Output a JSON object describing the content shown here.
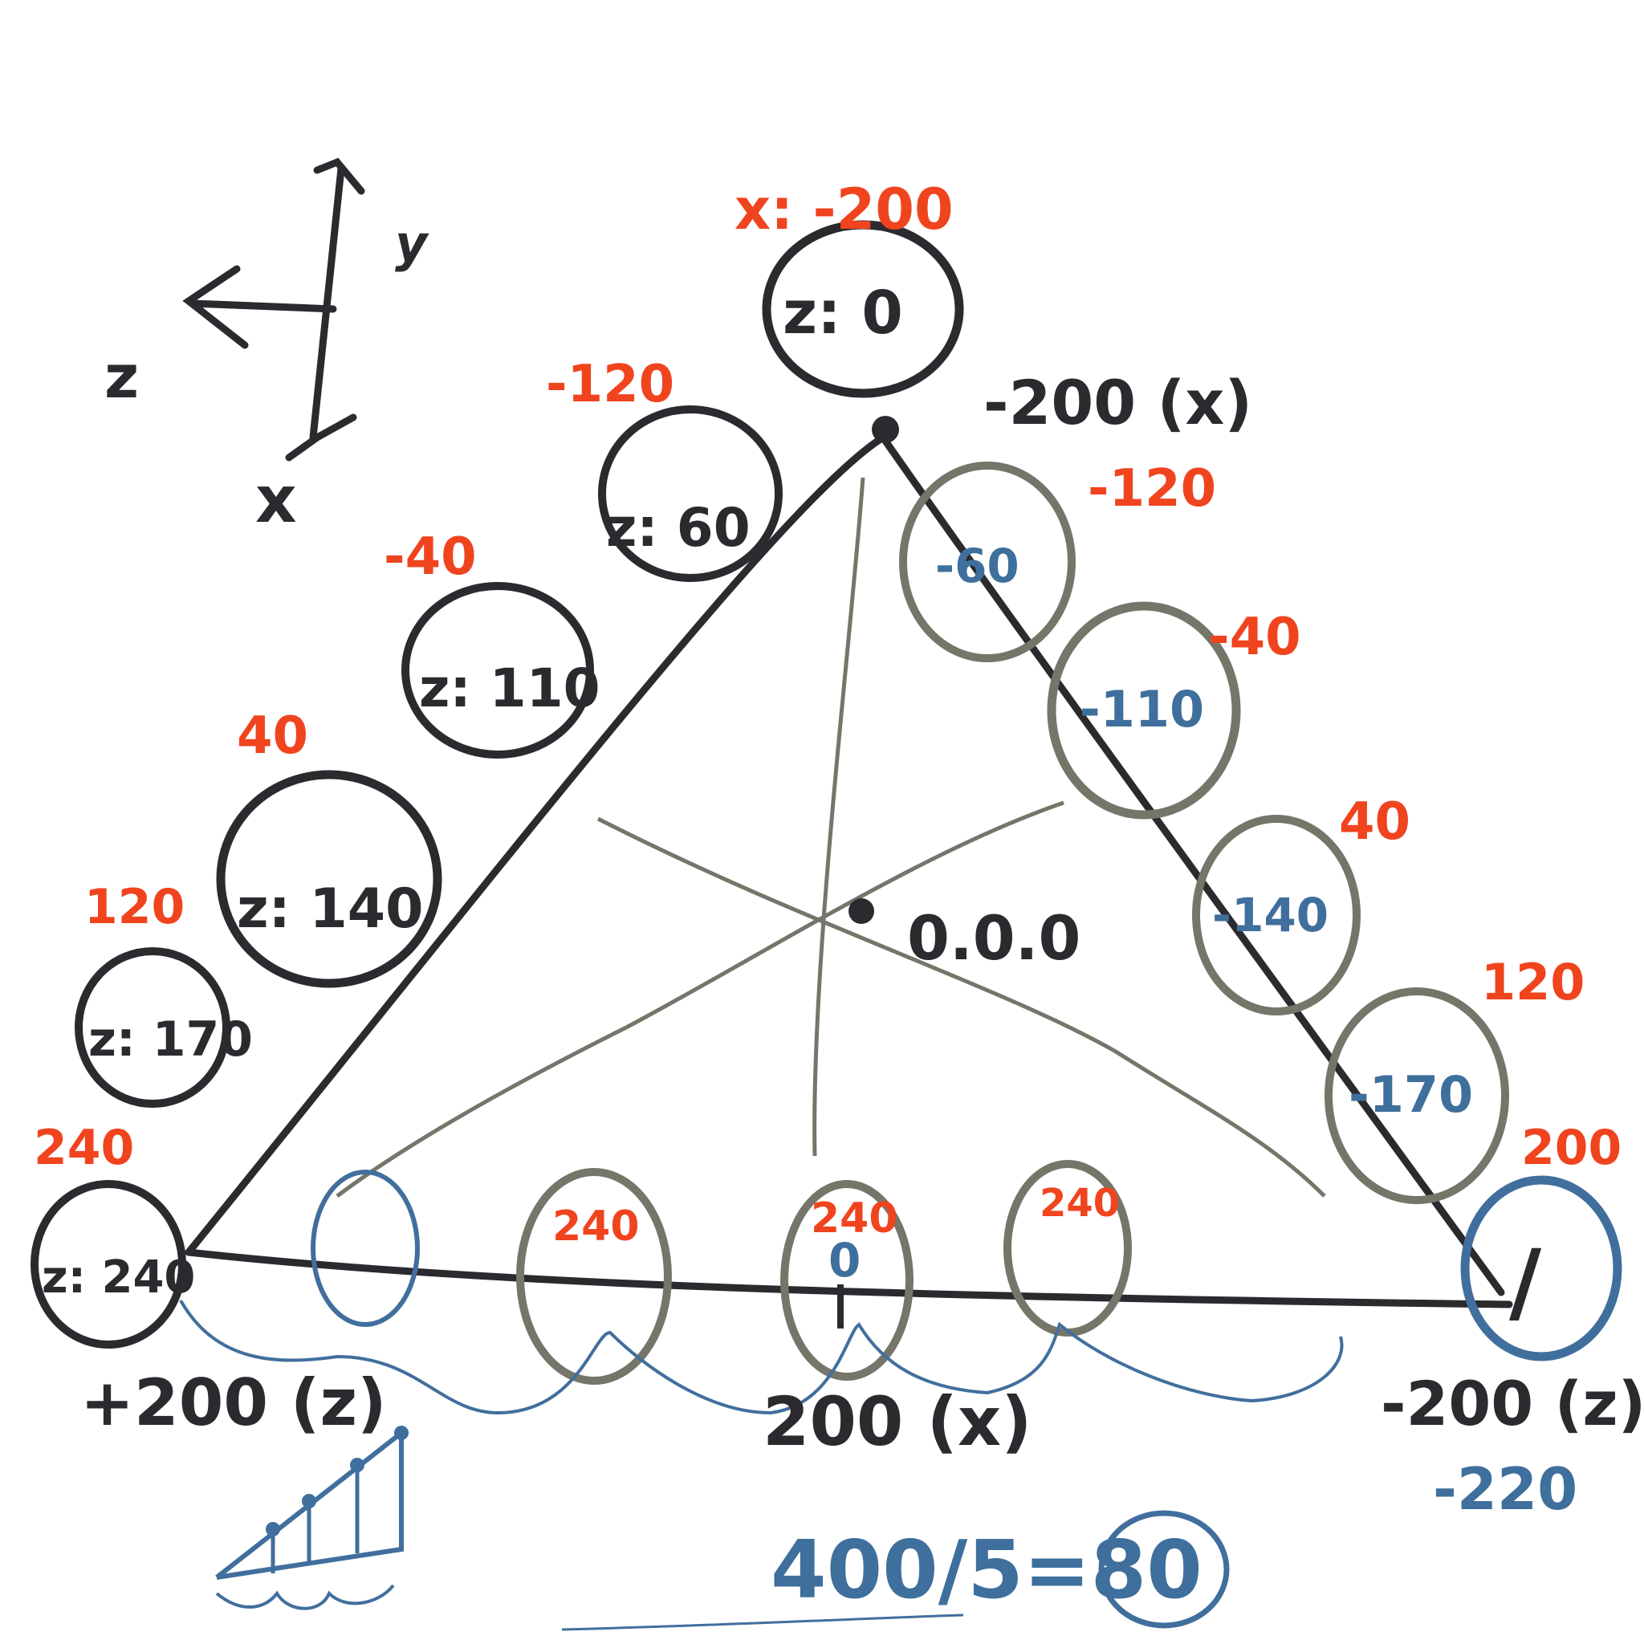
{
  "axes_legend": {
    "y": "y",
    "z": "z",
    "x": "x"
  },
  "origin_label": "0.0.0",
  "top_vertex": {
    "x_label": "x: -200",
    "z_label": "z: 0",
    "side_label": "-200 (x)"
  },
  "left_edge_nodes": [
    {
      "x_label": "-120",
      "z_label": "z: 60"
    },
    {
      "x_label": "-40",
      "z_label": "z: 110"
    },
    {
      "x_label": "40",
      "z_label": "z: 140"
    },
    {
      "x_label": "120",
      "z_label": "z: 170"
    },
    {
      "x_label": "240",
      "z_label": "z: 240"
    }
  ],
  "right_edge_nodes": [
    {
      "x_label": "-120",
      "z_label": "-60"
    },
    {
      "x_label": "-40",
      "z_label": "-110"
    },
    {
      "x_label": "40",
      "z_label": "-140"
    },
    {
      "x_label": "120",
      "z_label": "-170"
    },
    {
      "x_label": "200",
      "z_label": "/"
    }
  ],
  "bottom_nodes": [
    {
      "label": "240"
    },
    {
      "label": "240",
      "value": "0"
    },
    {
      "label": "240"
    }
  ],
  "corner_labels": {
    "bottom_left": "+200 (z)",
    "bottom_mid": "200 (x)",
    "bottom_right": "-200 (z)",
    "bottom_right_sub": "-220"
  },
  "formula": "400/5=80"
}
